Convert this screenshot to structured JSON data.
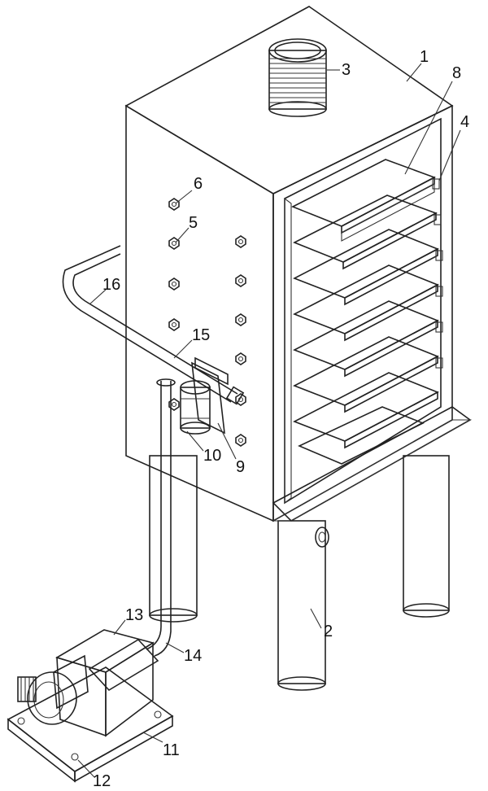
{
  "labels": {
    "l1": "1",
    "l2": "2",
    "l3": "3",
    "l4": "4",
    "l5": "5",
    "l6": "6",
    "l8": "8",
    "l9": "9",
    "l10": "10",
    "l11": "11",
    "l12": "12",
    "l13": "13",
    "l14": "14",
    "l15": "15",
    "l16": "16"
  },
  "colors": {
    "line": "#222222",
    "hatch": "#555555",
    "background": "#ffffff"
  }
}
